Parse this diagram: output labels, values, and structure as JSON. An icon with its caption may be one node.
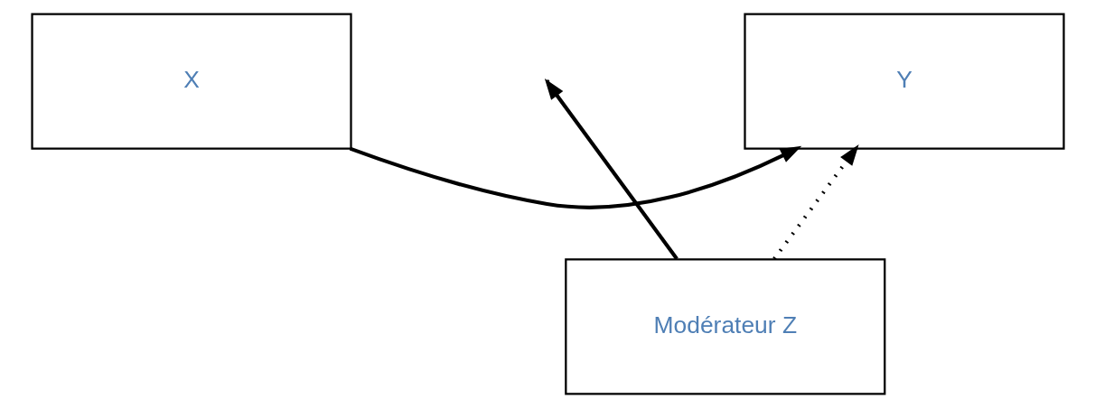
{
  "diagram": {
    "nodes": [
      {
        "text": [
          "X"
        ]
      },
      {
        "text": [
          "Y"
        ]
      },
      {
        "text": [
          "Modérateur Z"
        ]
      }
    ],
    "edges": [
      {
        "from": 0,
        "to": 1,
        "arrow": "to"
      },
      {
        "from": 2,
        "to": null,
        "arrow": "to"
      },
      {
        "from": 2,
        "to": 1,
        "arrow": "to",
        "style": "dashed"
      }
    ]
  }
}
